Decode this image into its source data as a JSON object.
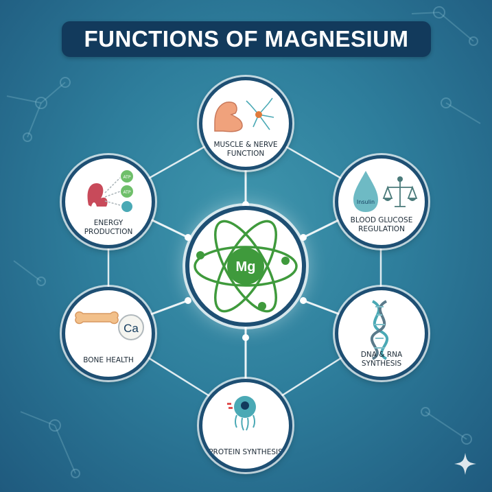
{
  "title": "FUNCTIONS OF MAGNESIUM",
  "center": {
    "symbol": "Mg"
  },
  "nodes": {
    "muscle": {
      "line1": "MUSCLE & NERVE",
      "line2": "FUNCTION"
    },
    "glucose": {
      "line1": "BLOOD GLUCOSE",
      "line2": "REGULATION",
      "icon_text": "Insulin"
    },
    "dna": {
      "line1": "DNA & RNA",
      "line2": "SYNTHESIS"
    },
    "protein": {
      "line1": "PROTEIN SYNTHESIS"
    },
    "bone": {
      "line1": "BONE HEALTH",
      "icon_text": "Ca"
    },
    "energy": {
      "line1": "ENERGY",
      "line2": "PRODUCTION",
      "atp1": "ATP",
      "atp2": "ATP"
    }
  },
  "colors": {
    "background": "#2e7e9c",
    "title_bar": "#123a5c",
    "node_border": "#1e4f73",
    "atom_green": "#3f9a3c",
    "muscle_skin": "#f0a27c",
    "dna_teal": "#4aa9b5"
  }
}
